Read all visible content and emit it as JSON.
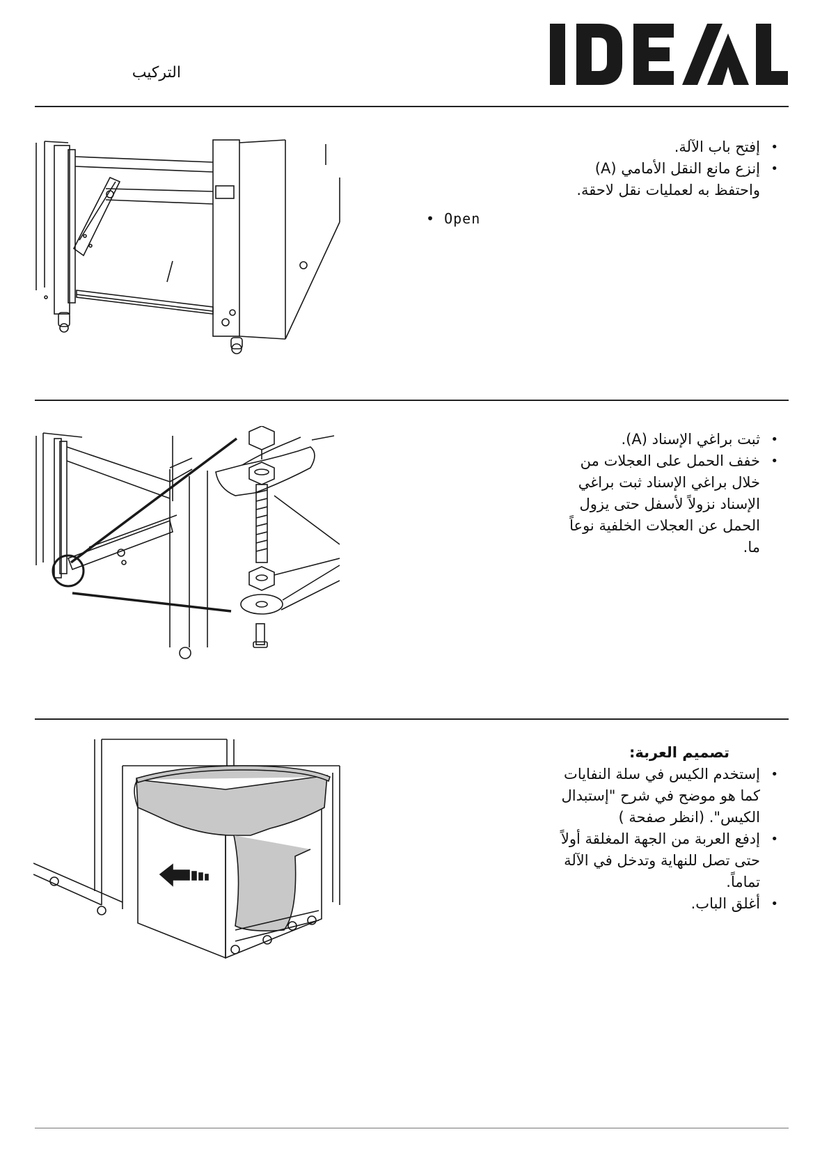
{
  "header": {
    "logo_text": "IDEAL",
    "title": "التركيب"
  },
  "step1": {
    "items": [
      "إفتح باب الآلة.",
      "إنزع مانع النقل الأمامي (A) واحتفظ به لعمليات نقل لاحقة."
    ],
    "stray_text": "• Open"
  },
  "step2": {
    "items": [
      "ثبت براغي الإسناد (A).",
      "خفف الحمل على العجلات من خلال براغي الإسناد ثبت براغي الإسناد نزولاً لأسفل حتى يزول الحمل عن العجلات الخلفية نوعاً ما."
    ]
  },
  "step3": {
    "heading": "تصميم العربة:",
    "items": [
      "إستخدم الكيس في سلة النفايات كما هو موضح في شرح \"إستبدال الكيس\". (انظر صفحة     )",
      "إدفع العربة من الجهة المغلقة أولاً حتى تصل للنهاية وتدخل في الآلة تماماً.",
      "أغلق الباب."
    ]
  },
  "colors": {
    "ink": "#111111",
    "bag_fill": "#c8c8c8"
  }
}
